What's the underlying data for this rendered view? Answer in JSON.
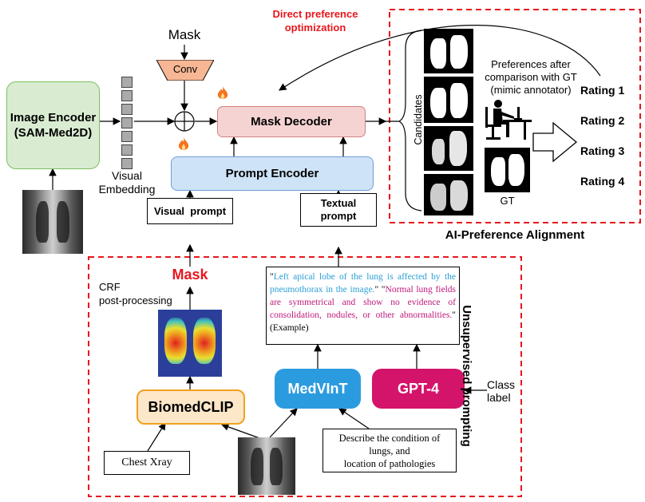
{
  "title_dpo": "Direct preference\noptimization",
  "mask_top": "Mask",
  "conv": "Conv",
  "image_encoder": "Image Encoder\n(SAM-Med2D)",
  "visual_embedding": "Visual\nEmbedding",
  "mask_decoder": "Mask Decoder",
  "prompt_encoder": "Prompt Encoder",
  "visual_prompt": "Visual  prompt",
  "textual_prompt": "Textual\nprompt",
  "mask_red": "Mask",
  "crf": "CRF\npost-processing",
  "candidates": "Candidates",
  "preferences": "Preferences after\ncomparison with GT\n(mimic annotator)",
  "gt": "GT",
  "ratings": [
    "Rating 1",
    "Rating 2",
    "Rating 3",
    "Rating 4"
  ],
  "ai_pref": "AI-Preference Alignment",
  "unsupervised": "Unsupervised prompting",
  "quote_blue": "Left apical lobe of the lung is affected by the pneumothorax in the image.",
  "quote_magenta": "Normal lung fields are symmetrical and show no evidence of consolidation, nodules, or other abnormalities.",
  "example": "(Example)",
  "biomedclip": "BiomedCLIP",
  "medvint": "MedVInT",
  "gpt4": "GPT-4",
  "class_label": "Class\nlabel",
  "chest_xray": "Chest Xray",
  "describe": "Describe the condition of lungs, and\nlocation of pathologies",
  "colors": {
    "red": "#e8161d",
    "blue_text": "#2a9fd6",
    "magenta_text": "#c0197a",
    "medvint": "#2b9be0",
    "gpt4": "#d4146a",
    "biomed_border": "#f0a020",
    "biomed_fill": "#fde7c9",
    "enc_fill": "#d9ecd1",
    "enc_border": "#7cbf5f",
    "dec_fill": "#f6d3d3",
    "dec_border": "#d08080",
    "pe_fill": "#cfe3f7",
    "pe_border": "#6d9ed8",
    "conv_fill": "#f7b795"
  }
}
